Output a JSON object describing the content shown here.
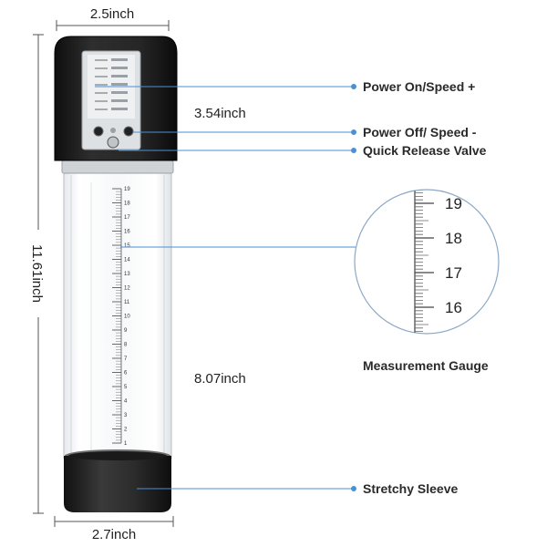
{
  "dimensions": {
    "top_width": "2.5inch",
    "bottom_width": "2.7inch",
    "total_height": "11.61inch",
    "head_height": "3.54inch",
    "tube_height": "8.07inch"
  },
  "callouts": {
    "power_on": "Power On/Speed +",
    "power_off": "Power Off/ Speed -",
    "release_valve": "Quick Release Valve",
    "measurement_gauge": "Measurement Gauge",
    "stretchy_sleeve": "Stretchy Sleeve"
  },
  "gauge_numbers": [
    "19",
    "18",
    "17",
    "16"
  ],
  "tube_scale": [
    "19",
    "18",
    "17",
    "16",
    "15",
    "14",
    "13",
    "12",
    "11",
    "10",
    "9",
    "8",
    "7",
    "6",
    "5",
    "4",
    "3",
    "2",
    "1"
  ],
  "colors": {
    "callout_line": "#4a90d6",
    "dimension_line": "#555555",
    "head_body": "#1c1c1c",
    "sleeve": "#2b2b2b"
  }
}
